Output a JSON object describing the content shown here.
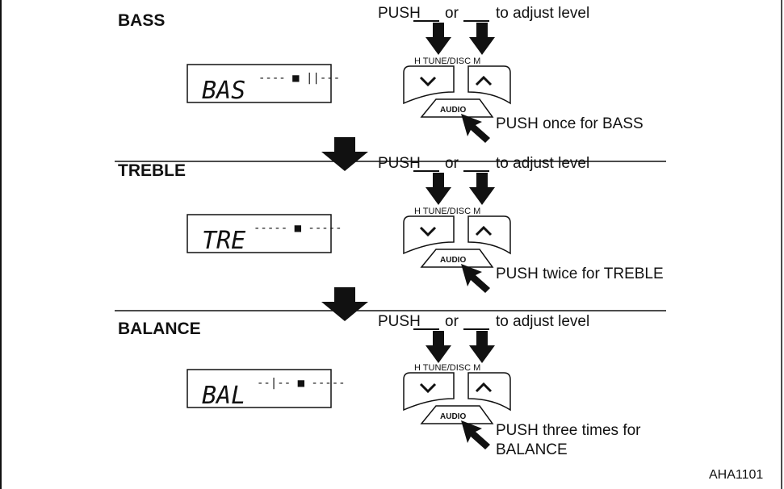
{
  "figure_code": "AHA1101",
  "sections": [
    {
      "heading": "BASS",
      "display_text": "BAS",
      "meter": "---- ■ ||---",
      "push_label": "PUSH",
      "or_label": "or",
      "adjust_label": "to adjust level",
      "tune_label": "H TUNE/DISC M",
      "audio_label": "AUDIO",
      "instruction_line1": "PUSH once for BASS",
      "instruction_line2": ""
    },
    {
      "heading": "TREBLE",
      "display_text": "TRE",
      "meter": "----- ■ -----",
      "push_label": "PUSH",
      "or_label": "or",
      "adjust_label": "to adjust level",
      "tune_label": "H TUNE/DISC M",
      "audio_label": "AUDIO",
      "instruction_line1": "PUSH twice for TREBLE",
      "instruction_line2": ""
    },
    {
      "heading": "BALANCE",
      "display_text": "BAL",
      "meter": "--|-- ■ -----",
      "push_label": "PUSH",
      "or_label": "or",
      "adjust_label": "to adjust level",
      "tune_label": "H TUNE/DISC M",
      "audio_label": "AUDIO",
      "instruction_line1": "PUSH three times for",
      "instruction_line2": "BALANCE"
    }
  ]
}
